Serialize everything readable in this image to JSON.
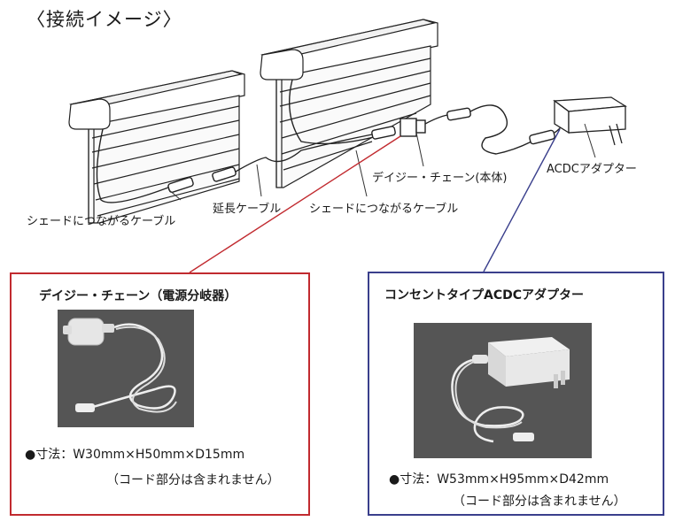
{
  "title": "〈接続イメージ〉",
  "labels": {
    "shade_cable_left": "シェードにつながるケーブル",
    "extension_cable": "延長ケーブル",
    "shade_cable_right": "シェードにつながるケーブル",
    "daisy_chain_body": "デイジー・チェーン(本体)",
    "acdc_adapter": "ACDCアダプター"
  },
  "daisy_box": {
    "title": "デイジー・チェーン（電源分岐器）",
    "spec": "●寸法：W30mm×H50mm×D15mm",
    "note": "（コード部分は含まれません）"
  },
  "adapter_box": {
    "title": "コンセントタイプACDCアダプター",
    "spec": "●寸法：W53mm×H95mm×D42mm",
    "note": "（コード部分は含まれません）"
  },
  "colors": {
    "red_frame": "#c12a2f",
    "blue_frame": "#3a3f8c"
  }
}
